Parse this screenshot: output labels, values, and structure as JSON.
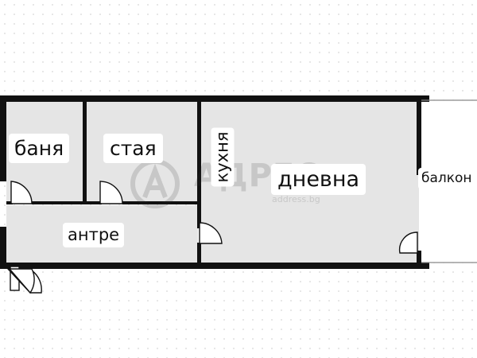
{
  "rooms": {
    "banya": "баня",
    "staya": "стая",
    "kuhnya": "кухня",
    "dnevna": "дневна",
    "antre": "антре",
    "balkon": "балкон"
  },
  "watermark": {
    "text": "АДРЕС",
    "site": "address.bg"
  },
  "colors": {
    "wall": "#111111",
    "floor": "#e5e5e5",
    "background_dots": "#d6d6d6"
  }
}
